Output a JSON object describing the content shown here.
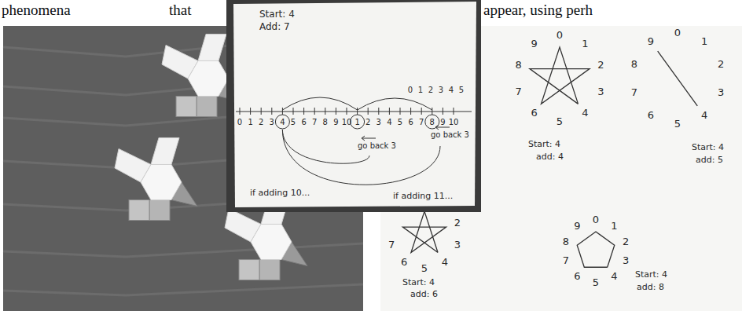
{
  "diagram": {
    "labels": [
      "phenomena",
      "that",
      "appear, using perh",
      "Start: 4",
      "Add: 7",
      "0",
      "1",
      "2",
      "3",
      "4",
      "5",
      "6",
      "7",
      "8",
      "9",
      "10",
      "1",
      "2",
      "3",
      "4",
      "5",
      "6",
      "7",
      "8",
      "9",
      "10",
      "0",
      "1",
      "2",
      "3",
      "4",
      "5",
      "go back 3",
      "go back 3",
      "if adding 10...",
      "if adding 11...",
      "0",
      "1",
      "2",
      "3",
      "4",
      "5",
      "6",
      "7",
      "8",
      "9",
      "Start: 4",
      "add: 4",
      "0",
      "1",
      "2",
      "3",
      "4",
      "5",
      "6",
      "7",
      "8",
      "9",
      "Start: 4",
      "add: 5",
      "7",
      "2",
      "6",
      "3",
      "5",
      "4",
      "Start: 4",
      "add: 6",
      "0",
      "1",
      "2",
      "3",
      "4",
      "5",
      "6",
      "7",
      "8",
      "9",
      "Start: 4",
      "add: 8"
    ]
  }
}
